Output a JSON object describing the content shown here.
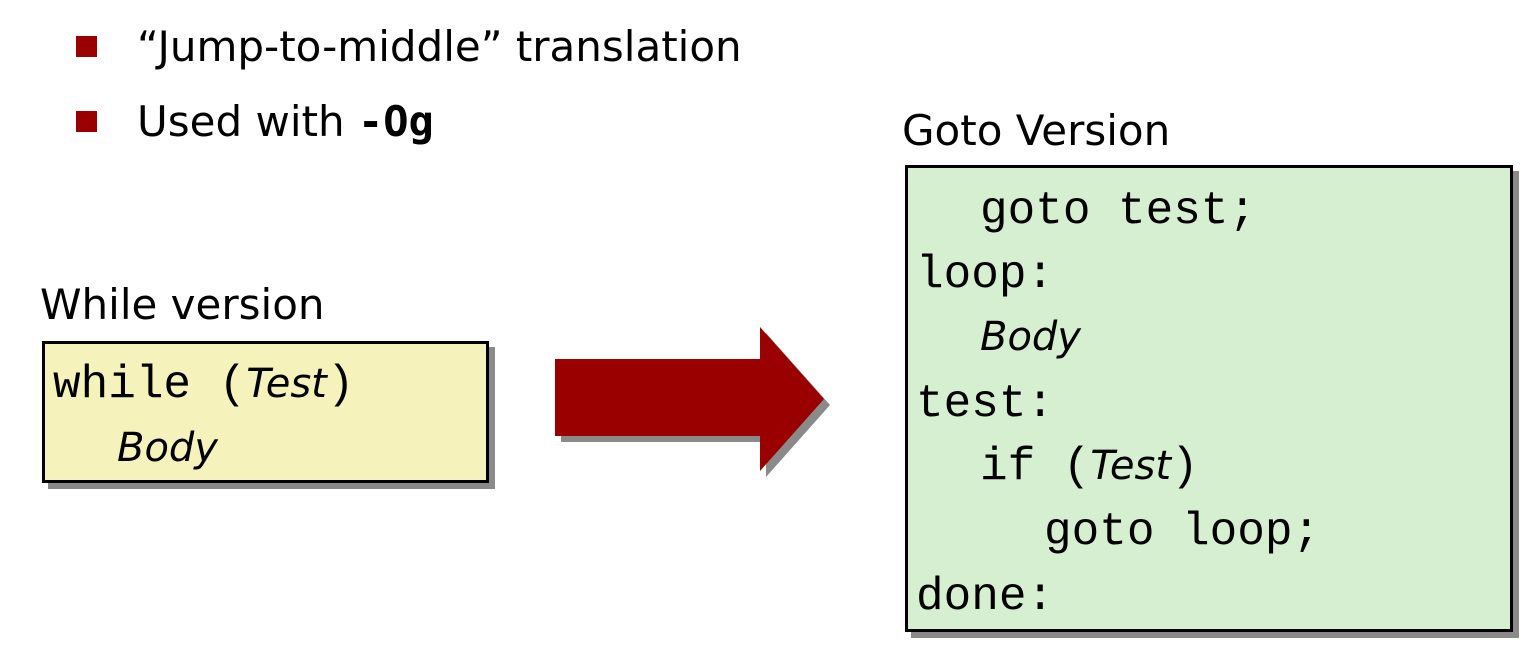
{
  "colors": {
    "bullet": "#9b0000",
    "arrow": "#9b0000",
    "arrow_shadow": "#8a8a8a",
    "while_box_bg": "#f5f3bb",
    "goto_box_bg": "#d6efd0"
  },
  "bullets": [
    {
      "text": "“Jump-to-middle” translation"
    },
    {
      "text_prefix": "Used with ",
      "code": "-Og"
    }
  ],
  "while_version": {
    "caption": "While version",
    "line1_keyword": "while (",
    "line1_test": "Test",
    "line1_close": ")",
    "line2_body": "Body"
  },
  "goto_version": {
    "caption": "Goto Version",
    "line1": "goto test;",
    "line2": "loop:",
    "line3_body": "Body",
    "line4": "test:",
    "line5_prefix": "if (",
    "line5_test": "Test",
    "line5_suffix": ")",
    "line6": "goto loop;",
    "line7": "done:"
  },
  "arrow_icon": "right-arrow-icon"
}
